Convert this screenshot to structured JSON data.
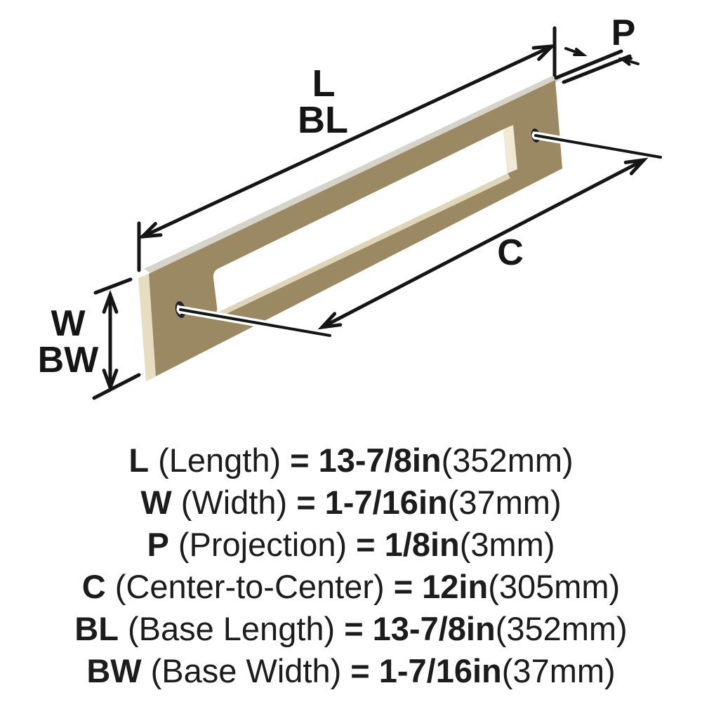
{
  "diagram": {
    "labels": {
      "length": "L",
      "base_length": "BL",
      "projection": "P",
      "center_to_center": "C",
      "width": "W",
      "base_width": "BW"
    },
    "colors": {
      "plate_face": "#9A8962",
      "plate_left_edge": "#E7DEC2",
      "plate_top_highlight": "#D6D3CA",
      "cutout_right_edge": "#F0E9D4",
      "cutout_bottom_edge": "#DFD6B9",
      "hole_dark": "#20202B",
      "line": "#151515",
      "background": "#FFFFFF"
    }
  },
  "legend": {
    "rows": [
      {
        "code": "L",
        "label": "(Length)",
        "equals": "=",
        "value": "13-7/8in",
        "metric": "(352mm)"
      },
      {
        "code": "W",
        "label": "(Width)",
        "equals": "=",
        "value": "1-7/16in",
        "metric": "(37mm)"
      },
      {
        "code": "P",
        "label": "(Projection)",
        "equals": "=",
        "value": "1/8in",
        "metric": "(3mm)"
      },
      {
        "code": "C",
        "label": "(Center-to-Center)",
        "equals": "=",
        "value": "12in",
        "metric": "(305mm)"
      },
      {
        "code": "BL",
        "label": "(Base Length)",
        "equals": "=",
        "value": "13-7/8in",
        "metric": "(352mm)"
      },
      {
        "code": "BW",
        "label": "(Base Width)",
        "equals": "=",
        "value": "1-7/16in",
        "metric": "(37mm)"
      }
    ]
  }
}
